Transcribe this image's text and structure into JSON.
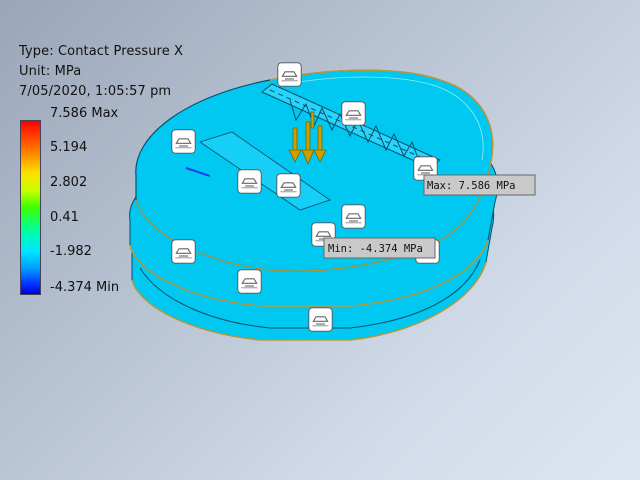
{
  "info": {
    "type_line": "Type: Contact Pressure X",
    "unit_line": "Unit: MPa",
    "date_line": "7/05/2020, 1:05:57 pm"
  },
  "legend": {
    "ticks": [
      "7.586 Max",
      "5.194",
      "2.802",
      "0.41",
      "-1.982",
      "-4.374 Min"
    ]
  },
  "probes": {
    "max_label": "Max: 7.586 MPa",
    "min_label": "Min: -4.374 MPa"
  },
  "colors": {
    "part_cyan": "#00c8f0",
    "part_cyan_light": "#33dcff",
    "part_edge": "#0a4f6a",
    "outline_gold": "#b59a3a",
    "load_arrow": "#c8a000"
  },
  "icons": {
    "constraint": "fixed-constraint-icon",
    "load": "force-arrow-icon"
  }
}
